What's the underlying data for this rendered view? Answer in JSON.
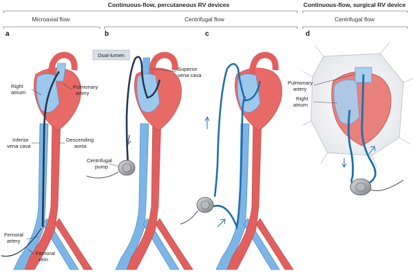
{
  "headers": {
    "percutaneous": "Continuous-flow, percutaneous RV devices",
    "surgical": "Continuous-flow, surgical RV device"
  },
  "subheaders": {
    "microaxial": "Microaxial flow",
    "centrifugal": "Centrifugal flow",
    "centrifugal_surgical": "Centrifugal flow"
  },
  "panels": {
    "a": "a",
    "b": "b",
    "c": "c",
    "d": "d"
  },
  "badge": "Dual-lumen",
  "labels": {
    "right_atrium": [
      "Right",
      "atrium"
    ],
    "pulmonary_artery": [
      "Pulmonary",
      "artery"
    ],
    "inferior_vena_cava": [
      "Inferior",
      "vena cava"
    ],
    "descending_aorta": [
      "Descending",
      "aorta"
    ],
    "femoral_artery": [
      "Femoral",
      "artery"
    ],
    "femoral_vein": [
      "Femoral",
      "vein"
    ],
    "superior_vena_cava": [
      "Superior",
      "vena cava"
    ],
    "centrifugal_pump": [
      "Centrifugal",
      "pump"
    ],
    "d_pulmonary_artery": [
      "Pulmonary",
      "artery"
    ],
    "d_right_atrium": [
      "Right",
      "atrium"
    ]
  },
  "colors": {
    "artery": "#e1605e",
    "artery_light": "#f0a3a0",
    "vein": "#7db6e6",
    "vein_dark": "#4e8fcc",
    "cannula": "#1d6eaa",
    "cannula_dark": "#23384f",
    "pump": "#9a9ea3",
    "bracket": "#999999"
  }
}
